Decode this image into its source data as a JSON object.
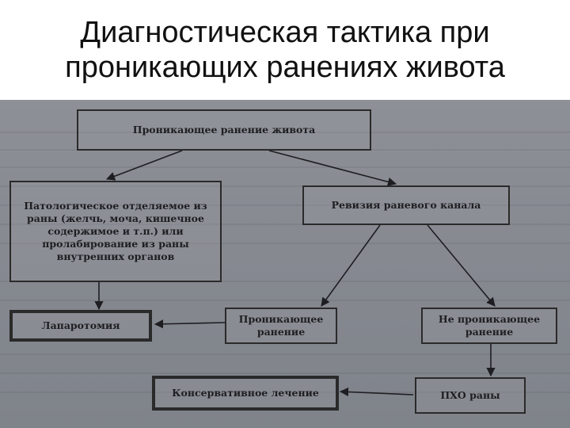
{
  "slide": {
    "title_line1": "Диагностическая тактика при",
    "title_line2": "проникающих ранениях живота"
  },
  "diagram": {
    "root": "Проникающее ранение живота",
    "left_condition": "Патологическое отделяемое из раны (желчь, моча, кишечное содержимое и т.п.) или пролабирование из раны внутренних органов",
    "revision": "Ревизия раневого канала",
    "laparotomy": "Лапаротомия",
    "penetrating": "Проникающее ранение",
    "non_penetrating": "Не проникающее ранение",
    "conservative": "Консервативное лечение",
    "pho": "ПХО раны"
  }
}
